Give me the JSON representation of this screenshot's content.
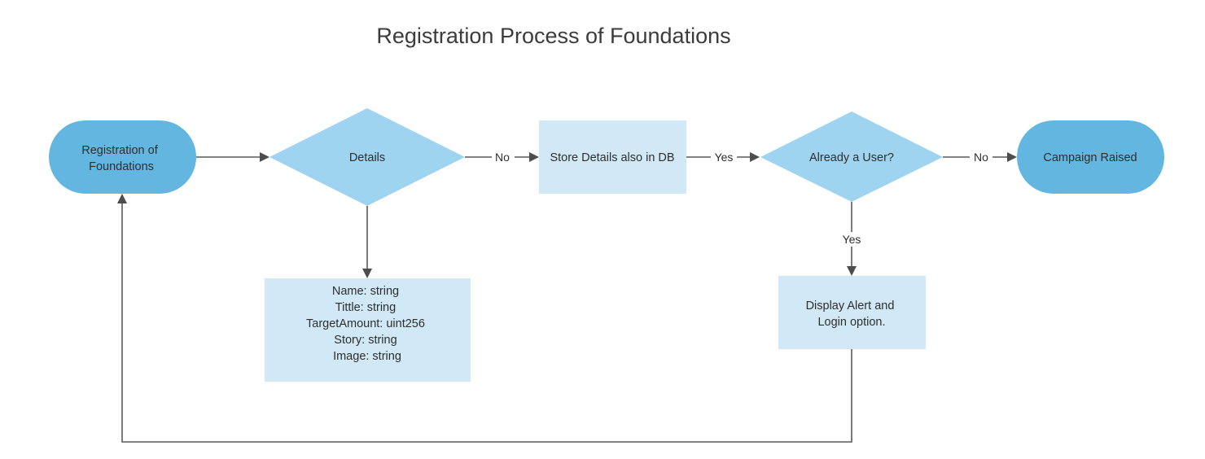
{
  "title": "Registration Process of Foundations",
  "colors": {
    "terminal_fill": "#63b6df",
    "decision_fill": "#9fd4f0",
    "process_fill": "#d1e9f6",
    "line": "#595959",
    "text": "#2e2e2e"
  },
  "nodes": {
    "start": {
      "lines": [
        "Registration of",
        "Foundations"
      ]
    },
    "details": {
      "lines": [
        "Details"
      ]
    },
    "store": {
      "lines": [
        "Store Details also in DB"
      ]
    },
    "already_user": {
      "lines": [
        "Already a User?"
      ]
    },
    "campaign": {
      "lines": [
        "Campaign Raised"
      ]
    },
    "fields": {
      "lines": [
        "Name: string",
        "Tittle: string",
        "TargetAmount: uint256",
        "Story: string",
        "Image: string"
      ]
    },
    "alert": {
      "lines": [
        "Display Alert and",
        "Login option."
      ]
    }
  },
  "edges": {
    "details_to_store": "No",
    "store_to_user": "Yes",
    "user_to_campaign": "No",
    "user_to_alert": "Yes"
  }
}
